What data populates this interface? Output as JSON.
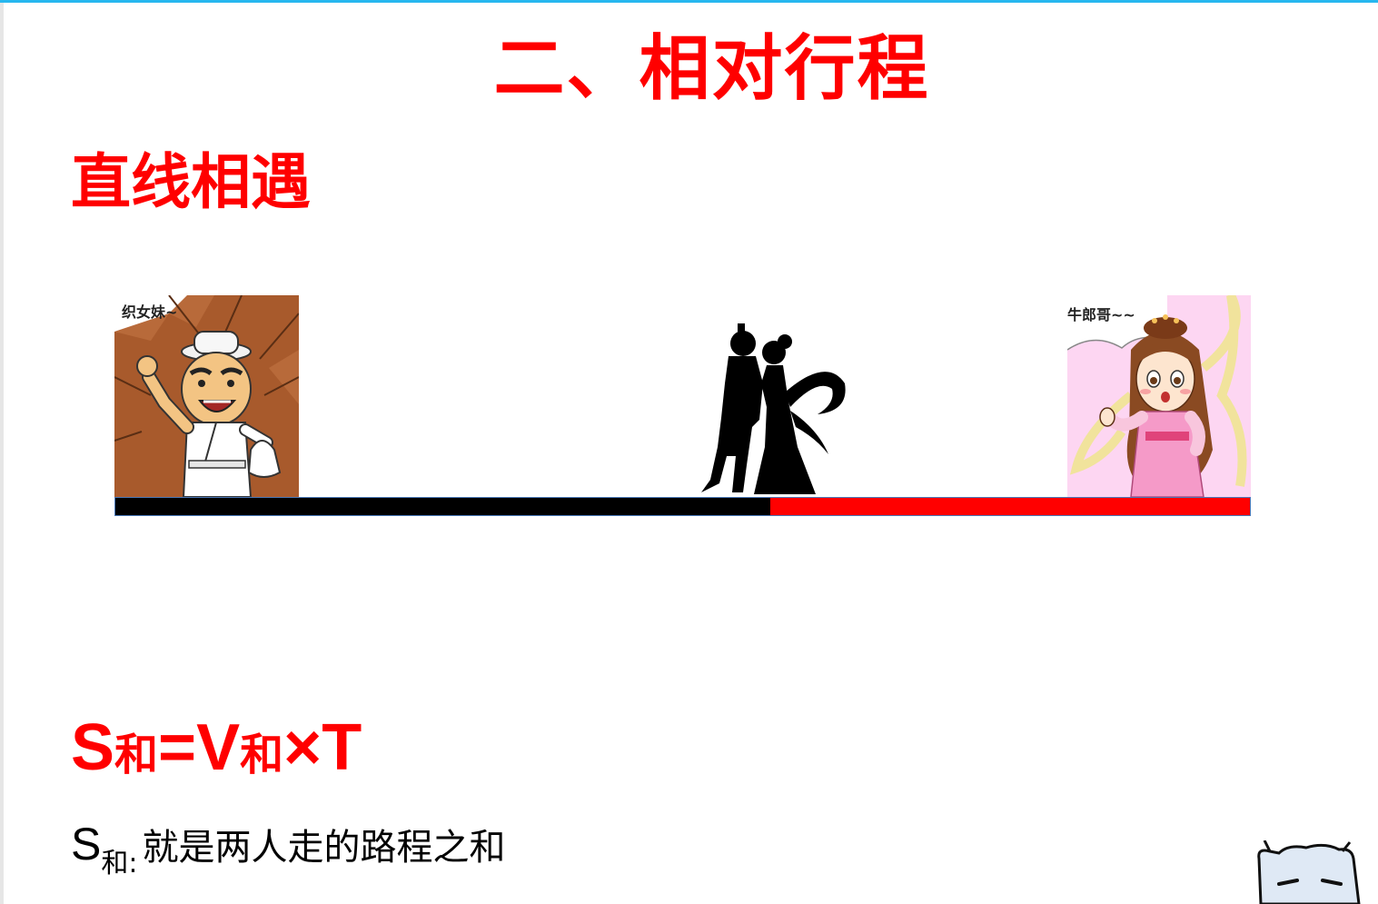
{
  "slide": {
    "title": "二、相对行程",
    "heading": "直线相遇"
  },
  "left_person": {
    "speech": "织女妹~"
  },
  "right_person": {
    "speech": "牛郎哥~~"
  },
  "track": {
    "left_color": "#000000",
    "right_color": "#ff0000"
  },
  "formula": {
    "s": "S",
    "s_sub": "和",
    "eq": "=",
    "v": "V",
    "v_sub": "和",
    "times_t": "×T"
  },
  "definition": {
    "symbol": "S",
    "sub": "和",
    "colon": ":",
    "text": "就是两人走的路程之和"
  },
  "colors": {
    "accent": "#ff0000",
    "top_rule": "#27b7ef"
  }
}
